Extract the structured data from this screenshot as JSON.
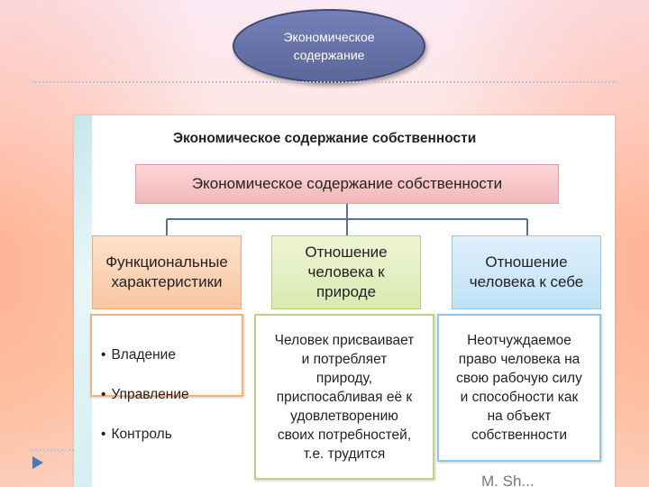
{
  "header": {
    "oval_text": "Экономическое\nсодержание"
  },
  "panel": {
    "title": "Экономическое содержание собственности",
    "main_box": "Экономическое содержание собственности",
    "categories": [
      {
        "label": "Функциональные\nхарактеристики",
        "color": "#f8c7a3"
      },
      {
        "label": "Отношение\nчеловека к\nприроде",
        "color": "#dbe9b2"
      },
      {
        "label": "Отношение\nчеловека к себе",
        "color": "#bfe2f6"
      }
    ],
    "details": {
      "functions": [
        "Владение",
        "Управление",
        "Контроль"
      ],
      "nature": "Человек присваивает\nи потребляет\nприроду,\nприспосабливая её к\nудовлетворению\nсвоих потребностей,\nт.е. трудится",
      "self": "Неотчуждаемое\nправо человека на\nсвою рабочую силу\nи способности как\nна объект\nсобственности"
    },
    "logo_text": "M. Sh..."
  },
  "colors": {
    "oval": "#5b6799",
    "accent_arrow": "#4a78b0"
  },
  "icons": {
    "nav": "play-arrow-icon"
  }
}
